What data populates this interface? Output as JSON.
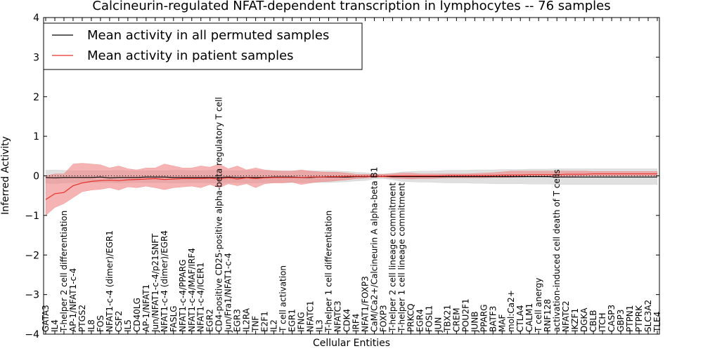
{
  "chart_data": {
    "type": "line",
    "title": "Calcineurin-regulated NFAT-dependent transcription in lymphocytes -- 76 samples",
    "xlabel": "Cellular Entities",
    "ylabel": "Inferred Activity",
    "ylim": [
      -4,
      4
    ],
    "yticks": [
      -4,
      -3,
      -2,
      -1,
      0,
      1,
      2,
      3,
      4
    ],
    "legend_position": "top-left",
    "grid": false,
    "zero_line": "dotted",
    "categories": [
      "GATA3",
      "IL4",
      "T-helper 2 cell differentiation",
      "AP-1/NFAT1-c-4",
      "PTGS2",
      "IL8",
      "FOS",
      "NFAT1-c-4 (dimer)/EGR1",
      "CSF2",
      "IL5",
      "CD40LG",
      "AP-1/NFAT1",
      "Jun/NFAT1-c-4/p21SNFT",
      "NFAT1-c-4 (dimer)/EGR4",
      "FASLG",
      "NFAT1-c-4/PPARG",
      "NFAT1-c-4/MAF/IRF4",
      "NFAT1-c-4/ICER1",
      "EGR2",
      "CD4-positive CD25-positive alpha-beta regulatory T cell",
      "Jun/Fra1/NFAT1-c-4",
      "EGR3",
      "IL2RA",
      "TNF",
      "E2F1",
      "IL2",
      "T cell activation",
      "EGR1",
      "IFNG",
      "NFATC1",
      "IL3",
      "T-helper 1 cell differentiation",
      "NFATC3",
      "CDK4",
      "IRF4",
      "NFAT1/FOXP3",
      "CaM/Ca2+/Calcineurin A alpha-beta B1",
      "FOXP3",
      "T-helper 2 cell lineage commitment",
      "T-helper 1 cell lineage commitment",
      "PRKCQ",
      "EGR4",
      "FOSL1",
      "JUN",
      "TBX21",
      "CREM",
      "POU2F1",
      "JUNB",
      "PPARG",
      "BATF3",
      "MAF",
      "mol:Ca2+",
      "CTLA4",
      "CALM1",
      "T cell anergy",
      "RNF128",
      "activation-induced cell death of T cells",
      "NFATC2",
      "IKZF1",
      "DGKA",
      "CBLB",
      "ITCH",
      "CASP3",
      "GBP3",
      "PTPN1",
      "PTPRK",
      "SLC3A2",
      "TLE4"
    ],
    "series": [
      {
        "name": "Mean activity in all permuted samples",
        "color": "#000000",
        "values": [
          -0.04,
          -0.05,
          -0.04,
          -0.04,
          -0.04,
          -0.04,
          -0.03,
          -0.05,
          -0.04,
          -0.04,
          -0.04,
          -0.03,
          -0.03,
          -0.03,
          -0.04,
          -0.04,
          -0.04,
          -0.04,
          -0.04,
          -0.04,
          -0.03,
          -0.04,
          -0.04,
          -0.04,
          -0.04,
          -0.03,
          -0.03,
          -0.03,
          -0.04,
          -0.04,
          -0.03,
          -0.03,
          -0.03,
          -0.03,
          -0.02,
          -0.02,
          -0.01,
          -0.01,
          -0.02,
          -0.02,
          -0.02,
          -0.02,
          -0.02,
          -0.02,
          -0.02,
          -0.02,
          -0.02,
          -0.02,
          -0.02,
          -0.02,
          -0.02,
          -0.02,
          -0.02,
          -0.02,
          -0.02,
          -0.02,
          -0.03,
          -0.03,
          -0.03,
          -0.03,
          -0.03,
          -0.03,
          -0.03,
          -0.03,
          -0.03,
          -0.03,
          -0.03,
          -0.03
        ],
        "band_lower": [
          -0.18,
          -0.2,
          -0.18,
          -0.17,
          -0.17,
          -0.17,
          -0.17,
          -0.17,
          -0.18,
          -0.17,
          -0.17,
          -0.17,
          -0.17,
          -0.17,
          -0.18,
          -0.18,
          -0.17,
          -0.17,
          -0.18,
          -0.18,
          -0.17,
          -0.17,
          -0.18,
          -0.18,
          -0.17,
          -0.17,
          -0.17,
          -0.17,
          -0.17,
          -0.17,
          -0.17,
          -0.17,
          -0.16,
          -0.15,
          -0.13,
          -0.12,
          -0.08,
          -0.07,
          -0.1,
          -0.14,
          -0.15,
          -0.16,
          -0.16,
          -0.17,
          -0.18,
          -0.18,
          -0.18,
          -0.19,
          -0.19,
          -0.2,
          -0.2,
          -0.2,
          -0.2,
          -0.21,
          -0.21,
          -0.21,
          -0.22,
          -0.22,
          -0.22,
          -0.22,
          -0.22,
          -0.22,
          -0.22,
          -0.22,
          -0.22,
          -0.22,
          -0.22,
          -0.22
        ],
        "band_upper": [
          0.14,
          0.15,
          0.14,
          0.13,
          0.13,
          0.13,
          0.13,
          0.13,
          0.14,
          0.13,
          0.13,
          0.13,
          0.13,
          0.13,
          0.14,
          0.14,
          0.13,
          0.13,
          0.14,
          0.14,
          0.13,
          0.13,
          0.14,
          0.14,
          0.13,
          0.13,
          0.13,
          0.13,
          0.13,
          0.13,
          0.13,
          0.13,
          0.12,
          0.11,
          0.09,
          0.08,
          0.05,
          0.05,
          0.07,
          0.1,
          0.11,
          0.12,
          0.12,
          0.13,
          0.14,
          0.14,
          0.14,
          0.15,
          0.15,
          0.15,
          0.16,
          0.16,
          0.16,
          0.17,
          0.17,
          0.17,
          0.18,
          0.18,
          0.18,
          0.18,
          0.18,
          0.18,
          0.18,
          0.18,
          0.18,
          0.18,
          0.18,
          0.18
        ]
      },
      {
        "name": "Mean activity in patient samples",
        "color": "#e8302a",
        "values": [
          -0.6,
          -0.45,
          -0.42,
          -0.25,
          -0.18,
          -0.14,
          -0.12,
          -0.11,
          -0.12,
          -0.1,
          -0.09,
          -0.08,
          -0.07,
          -0.09,
          -0.08,
          -0.07,
          -0.07,
          -0.07,
          -0.06,
          -0.08,
          -0.05,
          -0.08,
          -0.05,
          -0.07,
          -0.05,
          -0.04,
          -0.04,
          -0.04,
          -0.04,
          -0.03,
          -0.03,
          -0.02,
          -0.02,
          -0.01,
          -0.01,
          -0.01,
          -0.01,
          -0.01,
          0.0,
          0.0,
          0.0,
          0.0,
          0.0,
          0.0,
          0.01,
          0.01,
          0.01,
          0.01,
          0.01,
          0.01,
          0.02,
          0.02,
          0.02,
          0.03,
          0.03,
          0.03,
          0.03,
          0.04,
          0.04,
          0.04,
          0.05,
          0.05,
          0.05,
          0.05,
          0.05,
          0.05,
          0.05,
          0.05
        ],
        "band_lower": [
          -1.0,
          -0.8,
          -0.7,
          -0.55,
          -0.4,
          -0.36,
          -0.34,
          -0.3,
          -0.36,
          -0.28,
          -0.3,
          -0.26,
          -0.3,
          -0.35,
          -0.3,
          -0.28,
          -0.26,
          -0.3,
          -0.22,
          -0.3,
          -0.2,
          -0.25,
          -0.2,
          -0.3,
          -0.2,
          -0.18,
          -0.18,
          -0.16,
          -0.22,
          -0.18,
          -0.15,
          -0.14,
          -0.12,
          -0.1,
          -0.07,
          -0.06,
          -0.04,
          -0.04,
          -0.06,
          -0.07,
          -0.08,
          -0.07,
          -0.07,
          -0.06,
          -0.05,
          -0.05,
          -0.05,
          -0.05,
          -0.05,
          -0.04,
          -0.04,
          -0.04,
          -0.03,
          -0.02,
          -0.02,
          -0.02,
          -0.02,
          -0.01,
          -0.01,
          0.0,
          0.0,
          0.0,
          0.0,
          0.0,
          0.0,
          0.0,
          0.0,
          0.0
        ],
        "band_upper": [
          0.0,
          0.05,
          0.05,
          0.3,
          0.32,
          0.3,
          0.28,
          0.2,
          0.25,
          0.18,
          0.15,
          0.2,
          0.2,
          0.3,
          0.25,
          0.2,
          0.2,
          0.25,
          0.22,
          0.3,
          0.18,
          0.25,
          0.15,
          0.2,
          0.15,
          0.13,
          0.12,
          0.12,
          0.15,
          0.12,
          0.1,
          0.09,
          0.09,
          0.07,
          0.04,
          0.04,
          0.04,
          0.04,
          0.05,
          0.07,
          0.07,
          0.05,
          0.05,
          0.05,
          0.05,
          0.05,
          0.05,
          0.06,
          0.07,
          0.08,
          0.1,
          0.12,
          0.12,
          0.12,
          0.12,
          0.12,
          0.12,
          0.12,
          0.12,
          0.12,
          0.11,
          0.11,
          0.11,
          0.11,
          0.11,
          0.11,
          0.11,
          0.11
        ]
      }
    ],
    "band_colors": {
      "permuted": "#cccccc",
      "patient": "#f08080"
    }
  }
}
